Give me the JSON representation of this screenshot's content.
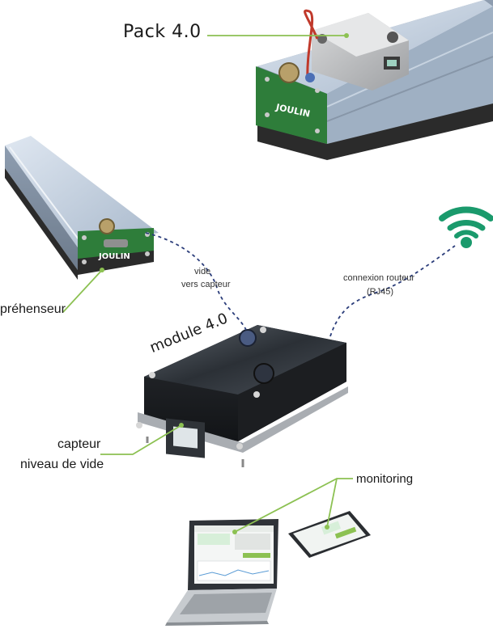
{
  "labels": {
    "pack": "Pack 4.0",
    "prehenseur": "préhenseur",
    "vide": "vide",
    "vers_capteur": "vers capteur",
    "connexion_routeur": "connexion routeur",
    "rj45": "(RJ45)",
    "module": "module 4.0",
    "capteur": "capteur",
    "niveau_de_vide": "niveau de vide",
    "monitoring": "monitoring"
  },
  "brand": {
    "logo_text": "JOULIN"
  },
  "colors": {
    "leader_line": "#8cc152",
    "dashed_link": "#2b3d7a",
    "wifi": "#1a9a6c",
    "pcb_green": "#2e7d3a",
    "rail_blue": "#b9c8da"
  },
  "icons": {
    "wifi": "wifi-icon"
  }
}
